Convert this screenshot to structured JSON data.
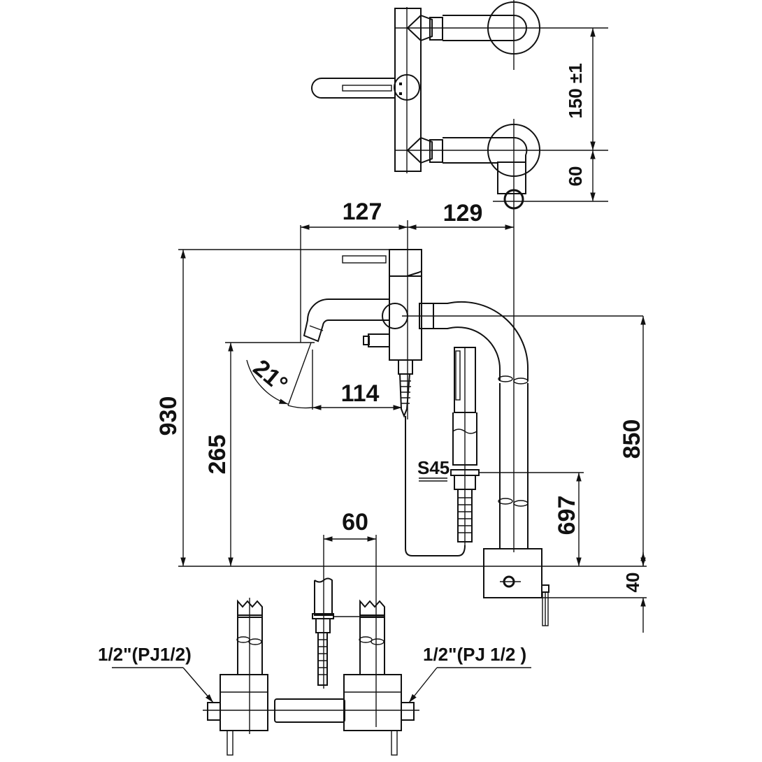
{
  "title": "Bath mixer with hand shower – technical drawing",
  "dimensions": {
    "top_spacing": "150 ±1",
    "top_offset": "60",
    "spout_reach": "127",
    "shower_offset": "129",
    "total_height": "930",
    "spout_height": "265",
    "spout_angle": "21°",
    "spout_projection": "114",
    "column_height": "850",
    "holder_height": "697",
    "base_height": "40",
    "inlet_spacing": "60"
  },
  "labels": {
    "hand_shower_model": "S45",
    "inlet_left": "1/2\"(PJ1/2)",
    "inlet_right": "1/2\"(PJ 1/2 )"
  },
  "colors": {
    "line": "#111111",
    "background": "#ffffff"
  }
}
